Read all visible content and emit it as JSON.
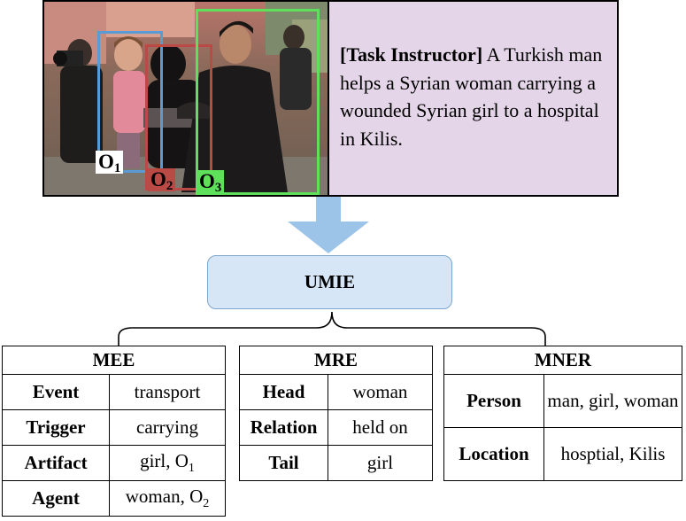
{
  "instruction": {
    "tag": "[Task Instructor]",
    "text": " A Turkish man helps a Syrian woman carrying a wounded Syrian girl to a hospital in  Kilis."
  },
  "objects": [
    {
      "id": "O1",
      "letter": "O",
      "sub": "1",
      "color": "#5b9bd5"
    },
    {
      "id": "O2",
      "letter": "O",
      "sub": "2",
      "color": "#b94a45"
    },
    {
      "id": "O3",
      "letter": "O",
      "sub": "3",
      "color": "#5fe05a"
    }
  ],
  "model": {
    "label": "UMIE",
    "fill": "#d7e6f7",
    "border": "#7fa6cf"
  },
  "arrow_color": "#9cc3e8",
  "mee": {
    "title": "MEE",
    "rows": [
      {
        "key": "Event",
        "value": "transport"
      },
      {
        "key": "Trigger",
        "value": "carrying"
      },
      {
        "key": "Artifact",
        "value": "girl, O",
        "sub": "1"
      },
      {
        "key": "Agent",
        "value": "woman, O",
        "sub": "2"
      }
    ]
  },
  "mre": {
    "title": "MRE",
    "rows": [
      {
        "key": "Head",
        "value": "woman"
      },
      {
        "key": "Relation",
        "value": "held on"
      },
      {
        "key": "Tail",
        "value": "girl"
      }
    ]
  },
  "mner": {
    "title": "MNER",
    "rows": [
      {
        "key": "Person",
        "value": "man, girl, woman"
      },
      {
        "key": "Location",
        "value": "hosptial, Kilis"
      }
    ]
  }
}
